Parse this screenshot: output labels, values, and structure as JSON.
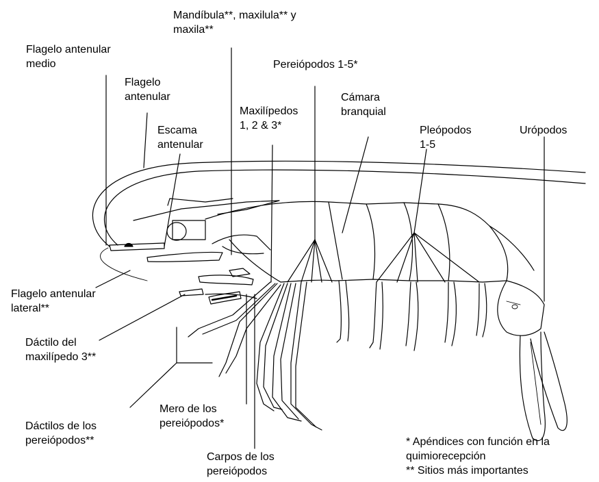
{
  "labels": {
    "mouthparts": [
      "Mandíbula**, maxilula** y",
      "maxila**"
    ],
    "medial_flagellum": [
      "Flagelo antenular",
      "medio"
    ],
    "pereiopods_1_5": "Pereiópodos 1-5*",
    "antennular_flagellum": [
      "Flagelo",
      "antenular"
    ],
    "maxillipeds": [
      "Maxilípedos",
      "1, 2 & 3*"
    ],
    "gill_chamber": [
      "Cámara",
      "branquial"
    ],
    "antennal_scale": [
      "Escama",
      "antenular"
    ],
    "pleopods": [
      "Pleópodos",
      "1-5"
    ],
    "uropods": "Urópodos",
    "lateral_flagellum": [
      "Flagelo antenular",
      "lateral**"
    ],
    "maxilliped3_dactyl": [
      "Dáctilo del",
      "maxilípedo 3**"
    ],
    "pereiopod_merus": [
      "Mero de los",
      "pereiópodos*"
    ],
    "pereiopod_dactyls": [
      "Dáctilos de los",
      "pereiópodos**"
    ],
    "pereiopod_carpus": [
      "Carpos de los",
      "pereiópodos"
    ]
  },
  "legend": {
    "line1": "* Apéndices con función en la",
    "line2": "quimiorecepción",
    "line3": "** Sitios más importantes"
  }
}
